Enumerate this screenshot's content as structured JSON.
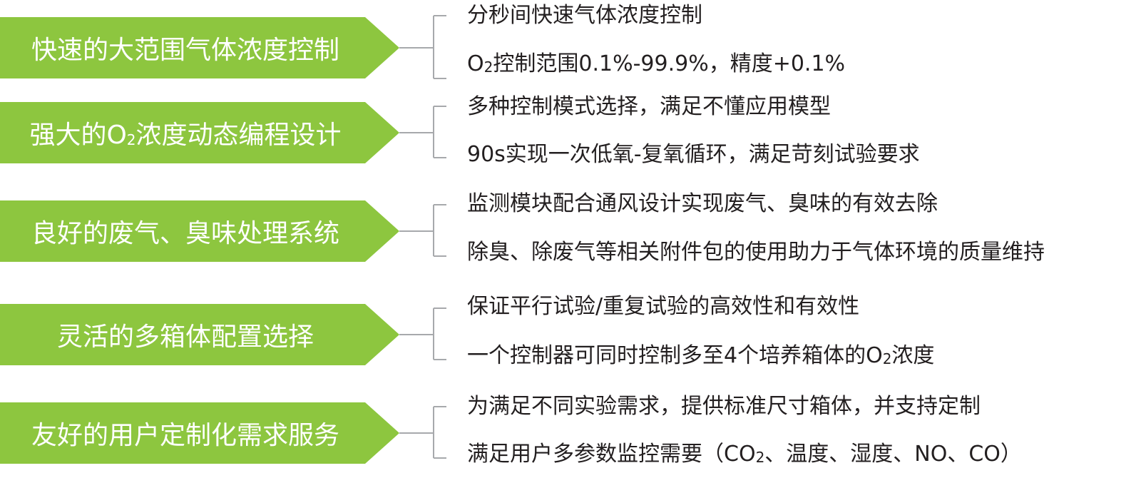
{
  "features": [
    {
      "title": "快速的大范围气体浓度控制",
      "items": [
        {
          "pre": "分秒间快速气体浓度控制",
          "sub": "",
          "post": ""
        },
        {
          "pre": "O",
          "sub": "2",
          "post": "控制范围0.1%-99.9%，精度+0.1%"
        }
      ]
    },
    {
      "title_pre": "强大的O",
      "title_sub": "2",
      "title_post": "浓度动态编程设计",
      "items": [
        {
          "pre": "多种控制模式选择，满足不懂应用模型",
          "sub": "",
          "post": ""
        },
        {
          "pre": "90s实现一次低氧-复氧循环，满足苛刻试验要求",
          "sub": "",
          "post": ""
        }
      ]
    },
    {
      "title": "良好的废气、臭味处理系统",
      "items": [
        {
          "pre": "监测模块配合通风设计实现废气、臭味的有效去除",
          "sub": "",
          "post": ""
        },
        {
          "pre": "除臭、除废气等相关附件包的使用助力于气体环境的质量维持",
          "sub": "",
          "post": ""
        }
      ]
    },
    {
      "title": "灵活的多箱体配置选择",
      "items": [
        {
          "pre": "保证平行试验/重复试验的高效性和有效性",
          "sub": "",
          "post": ""
        },
        {
          "pre": "一个控制器可同时控制多至4个培养箱体的O",
          "sub": "2",
          "post": "浓度"
        }
      ]
    },
    {
      "title": "友好的用户定制化需求服务",
      "items": [
        {
          "pre": "为满足不同实验需求，提供标准尺寸箱体，并支持定制",
          "sub": "",
          "post": ""
        },
        {
          "pre": "满足用户多参数监控需要（CO",
          "sub": "2",
          "post": "、温度、湿度、NO、CO）"
        }
      ]
    }
  ],
  "colors": {
    "arrow": "#8dc63f",
    "bracket": "#a7a9ac",
    "text": "#231f20"
  }
}
